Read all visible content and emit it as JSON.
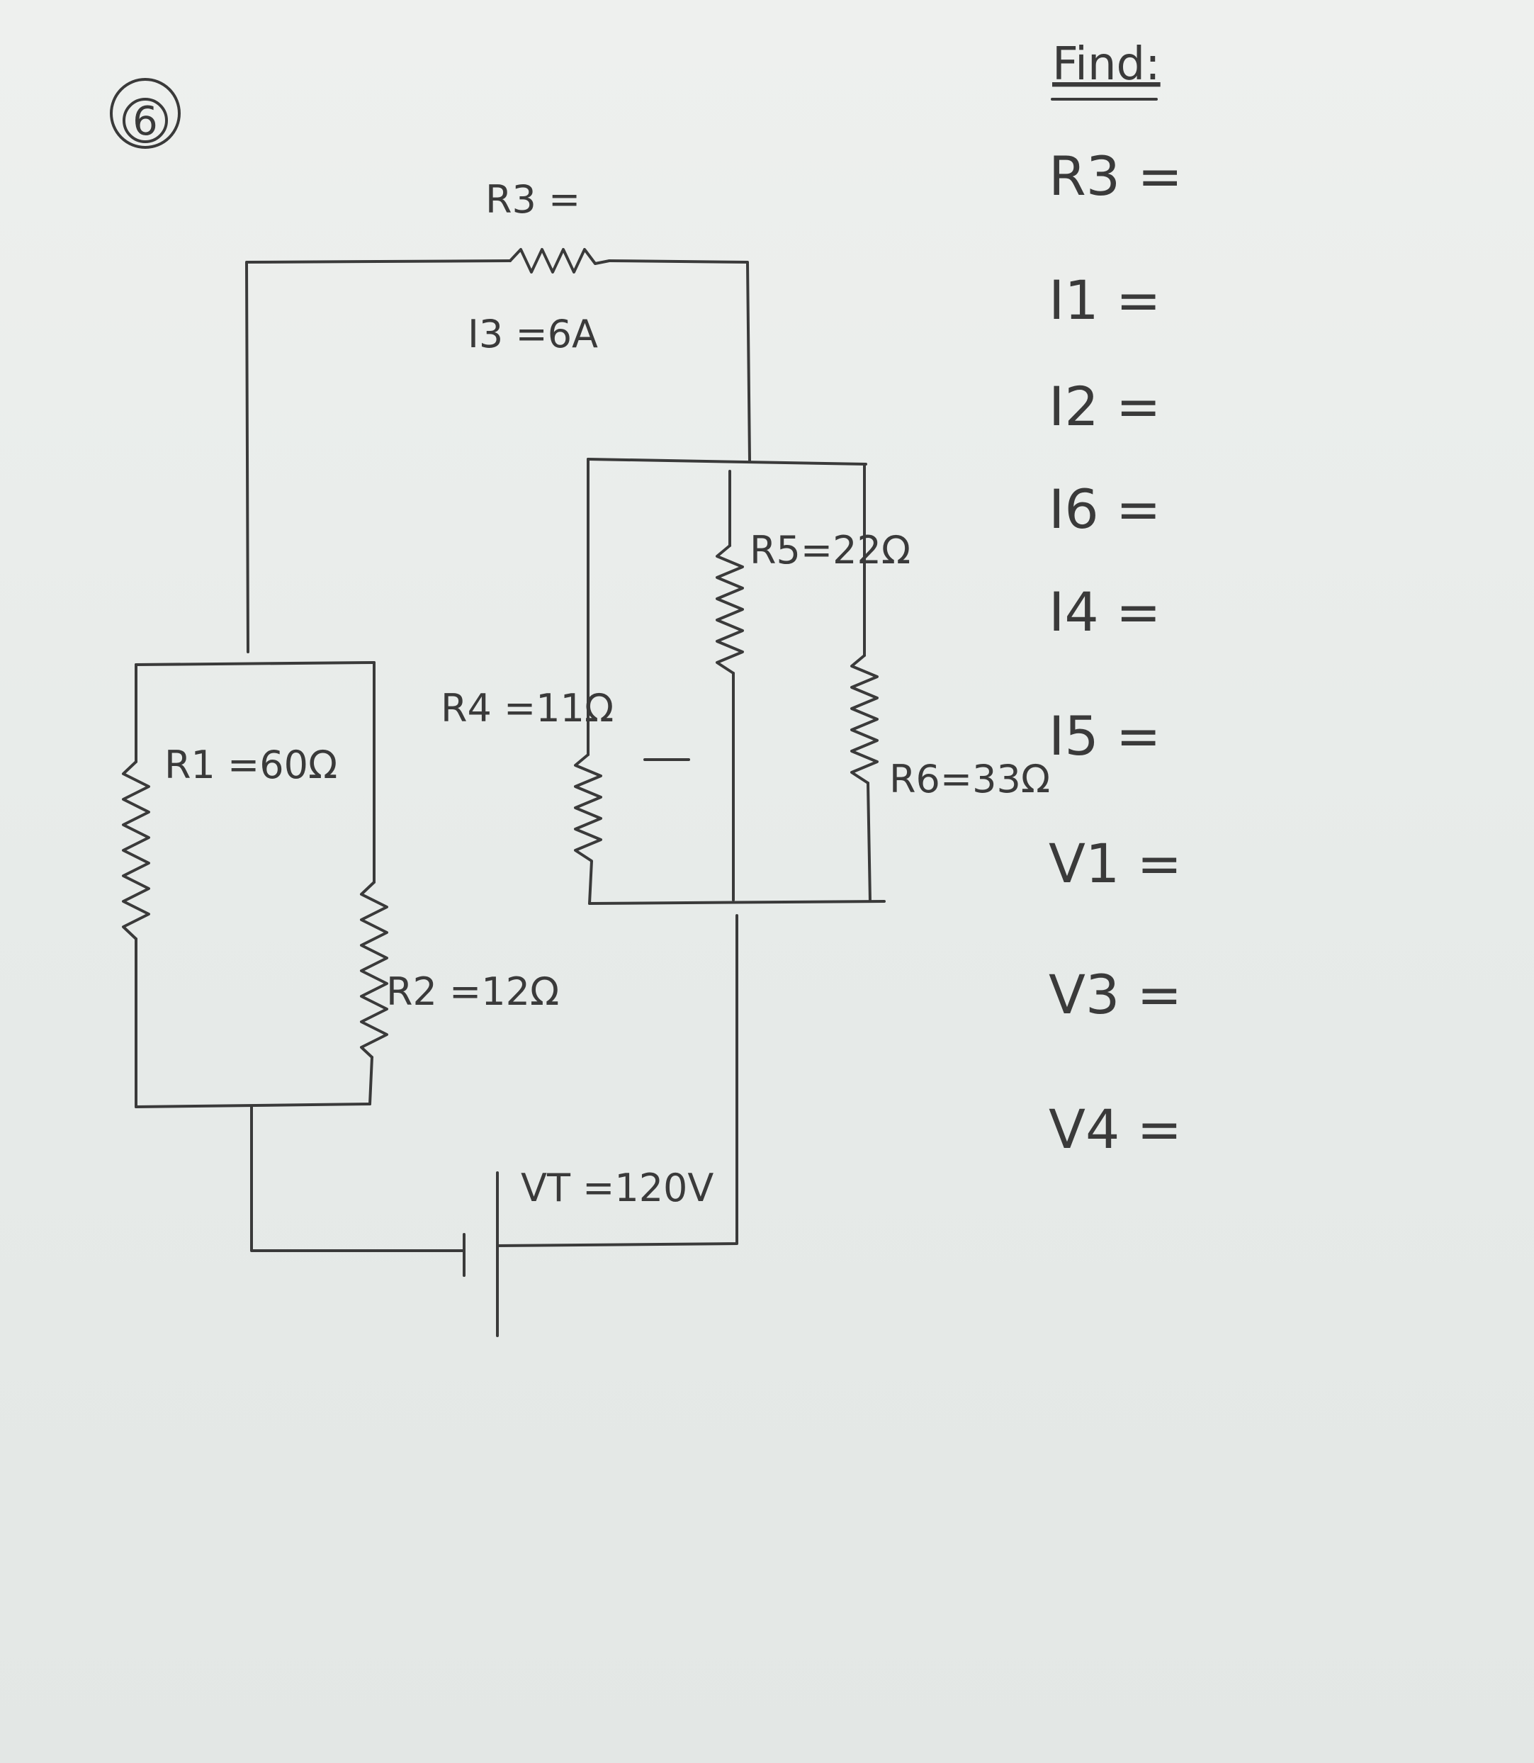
{
  "problem_number": "6",
  "circuit": {
    "r3_label": "R3 =",
    "i3_label": "I3 =6A",
    "r5_label": "R5=22Ω",
    "r4_label": "R4 =11Ω",
    "r6_label": "R6=33Ω",
    "r1_label": "R1 =60Ω",
    "r2_label": "R2 =12Ω",
    "vt_label": "VT =120V"
  },
  "find": {
    "title": "Find:",
    "items": [
      "R3 =",
      "I1 =",
      "I2 =",
      "I6 =",
      "I4 =",
      "I5 =",
      "V1 =",
      "V3 =",
      "V4 ="
    ]
  }
}
